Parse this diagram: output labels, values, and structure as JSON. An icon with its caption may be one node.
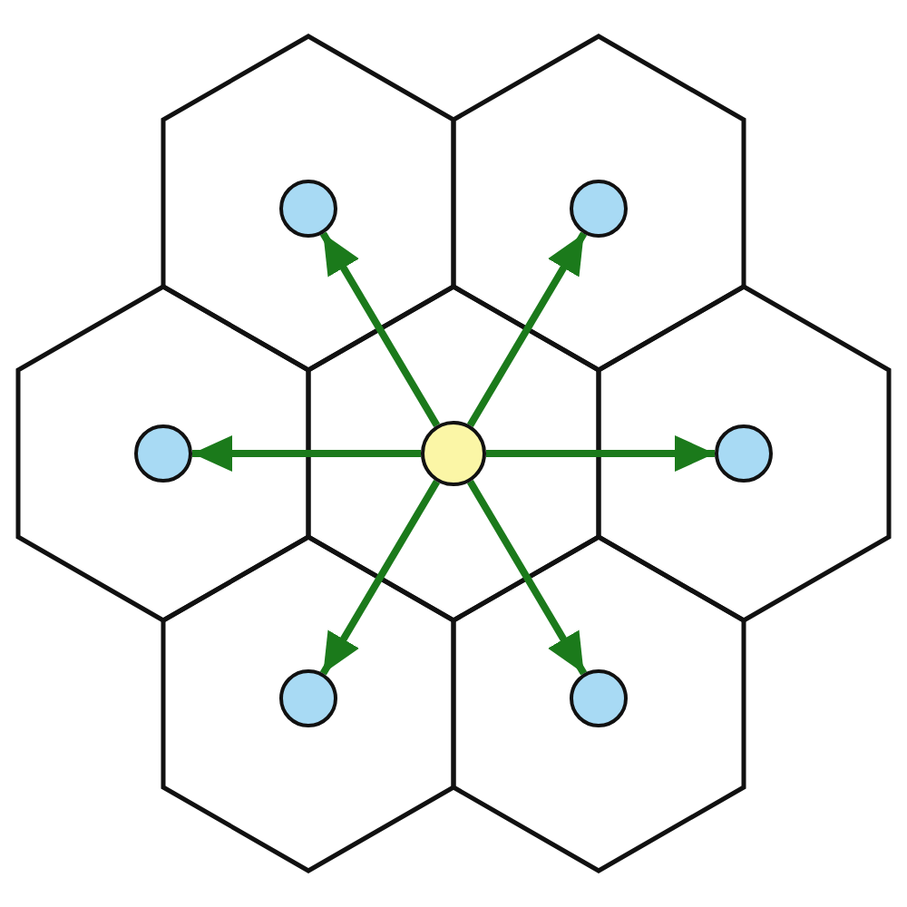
{
  "diagram": {
    "nodes": [
      {
        "text": [],
        "shape": "hexagon"
      },
      {
        "text": [],
        "shape": "hexagon"
      },
      {
        "text": [],
        "shape": "hexagon"
      },
      {
        "text": [],
        "shape": "hexagon"
      },
      {
        "text": [],
        "shape": "hexagon"
      },
      {
        "text": [],
        "shape": "hexagon"
      },
      {
        "text": [],
        "shape": "hexagon"
      },
      {
        "text": [],
        "shape": "circle",
        "in": 0
      },
      {
        "text": [],
        "shape": "circle",
        "in": 1
      },
      {
        "text": [],
        "shape": "circle",
        "in": 2
      },
      {
        "text": [],
        "shape": "circle",
        "in": 3
      },
      {
        "text": [],
        "shape": "circle",
        "in": 4
      },
      {
        "text": [],
        "shape": "circle",
        "in": 5
      },
      {
        "text": [],
        "shape": "circle",
        "in": 6
      }
    ],
    "edges": [
      {
        "from": 10,
        "to": 7,
        "arrow": "to"
      },
      {
        "from": 10,
        "to": 8,
        "arrow": "to"
      },
      {
        "from": 10,
        "to": 9,
        "arrow": "to"
      },
      {
        "from": 10,
        "to": 11,
        "arrow": "to"
      },
      {
        "from": 10,
        "to": 12,
        "arrow": "to"
      },
      {
        "from": 10,
        "to": 13,
        "arrow": "to"
      }
    ]
  }
}
